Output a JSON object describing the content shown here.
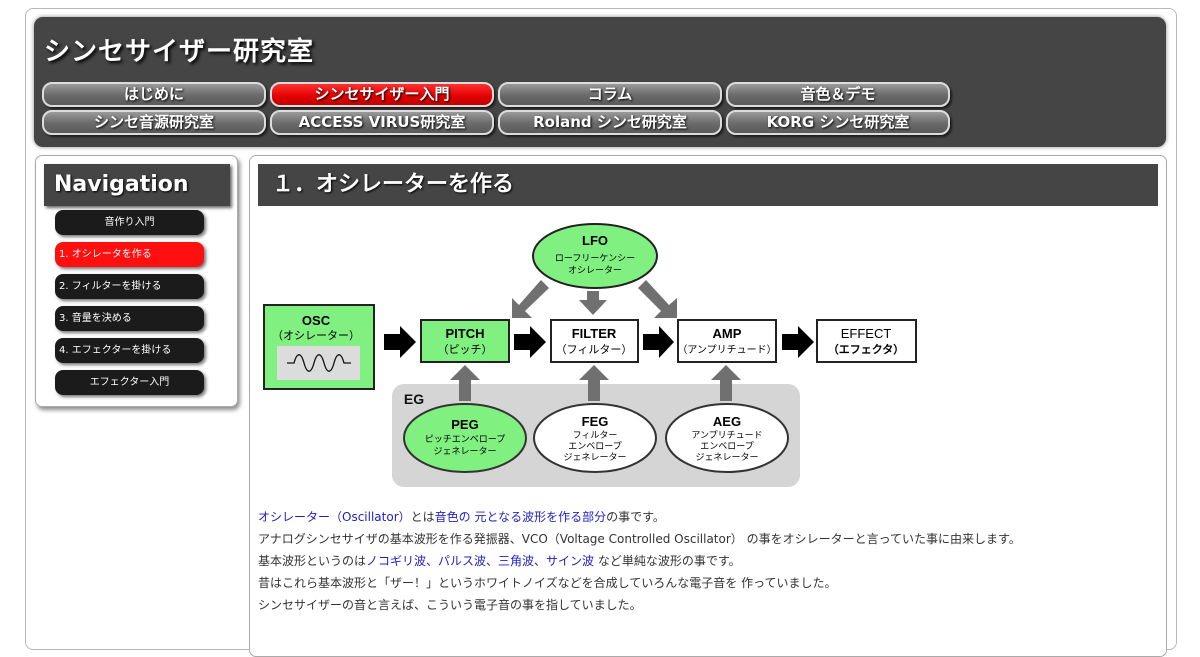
{
  "site": {
    "title": "シンセサイザー研究室"
  },
  "nav": {
    "row1": [
      "はじめに",
      "シンセサイザー入門",
      "コラム",
      "音色＆デモ"
    ],
    "row2": [
      "シンセ音源研究室",
      "ACCESS VIRUS研究室",
      "Roland シンセ研究室",
      "KORG シンセ研究室"
    ],
    "active": "シンセサイザー入門"
  },
  "sidebar": {
    "title": "Navigation",
    "items": [
      "音作り入門",
      "1. オシレータを作る",
      "2. フィルターを掛ける",
      "3. 音量を決める",
      "4. エフェクターを掛ける",
      "エフェクター入門"
    ]
  },
  "main": {
    "heading": "１．オシレーターを作る",
    "diagram": {
      "lfo": {
        "title": "LFO",
        "sub1": "ローフリーケンシー",
        "sub2": "オシレーター"
      },
      "osc": {
        "title": "OSC",
        "sub": "（オシレーター）"
      },
      "pitch": {
        "title": "PITCH",
        "sub": "（ピッチ）"
      },
      "filter": {
        "title": "FILTER",
        "sub": "（フィルター）"
      },
      "amp": {
        "title": "AMP",
        "sub": "（アンプリチュード）"
      },
      "effect": {
        "title": "EFFECT",
        "sub": "（エフェクタ）"
      },
      "eg": {
        "label": "EG"
      },
      "peg": {
        "title": "PEG",
        "sub1": "ピッチエンベロープ",
        "sub2": "ジェネレーター"
      },
      "feg": {
        "title": "FEG",
        "sub1": "フィルター",
        "sub2": "エンベロープ",
        "sub3": "ジェネレーター"
      },
      "aeg": {
        "title": "AEG",
        "sub1": "アンプリチュード",
        "sub2": "エンベロープ",
        "sub3": "ジェネレーター"
      }
    },
    "paragraphs": {
      "p1_link1": "オシレーター（Oscillator）",
      "p1_text1": "とは",
      "p1_link2": "音色の 元となる波形を作る部分",
      "p1_text2": "の事です。",
      "p2": "アナログシンセサイザの基本波形を作る発振器、VCO（Voltage Controlled Oscillator） の事をオシレーターと言っていた事に由来します。",
      "p3_text1": "基本波形というのは",
      "p3_link": "ノコギリ波、パルス波、三角波、サイン波",
      "p3_text2": " など単純な波形の事です。",
      "p4": "昔はこれら基本波形と「ザー！」というホワイトノイズなどを合成していろんな電子音を 作っていました。",
      "p5": "シンセサイザーの音と言えば、こういう電子音の事を指していました。"
    }
  },
  "colors": {
    "header_bg": "#454545",
    "active": "#ff0000",
    "green": "#80f080",
    "link": "#1f1fc0"
  }
}
